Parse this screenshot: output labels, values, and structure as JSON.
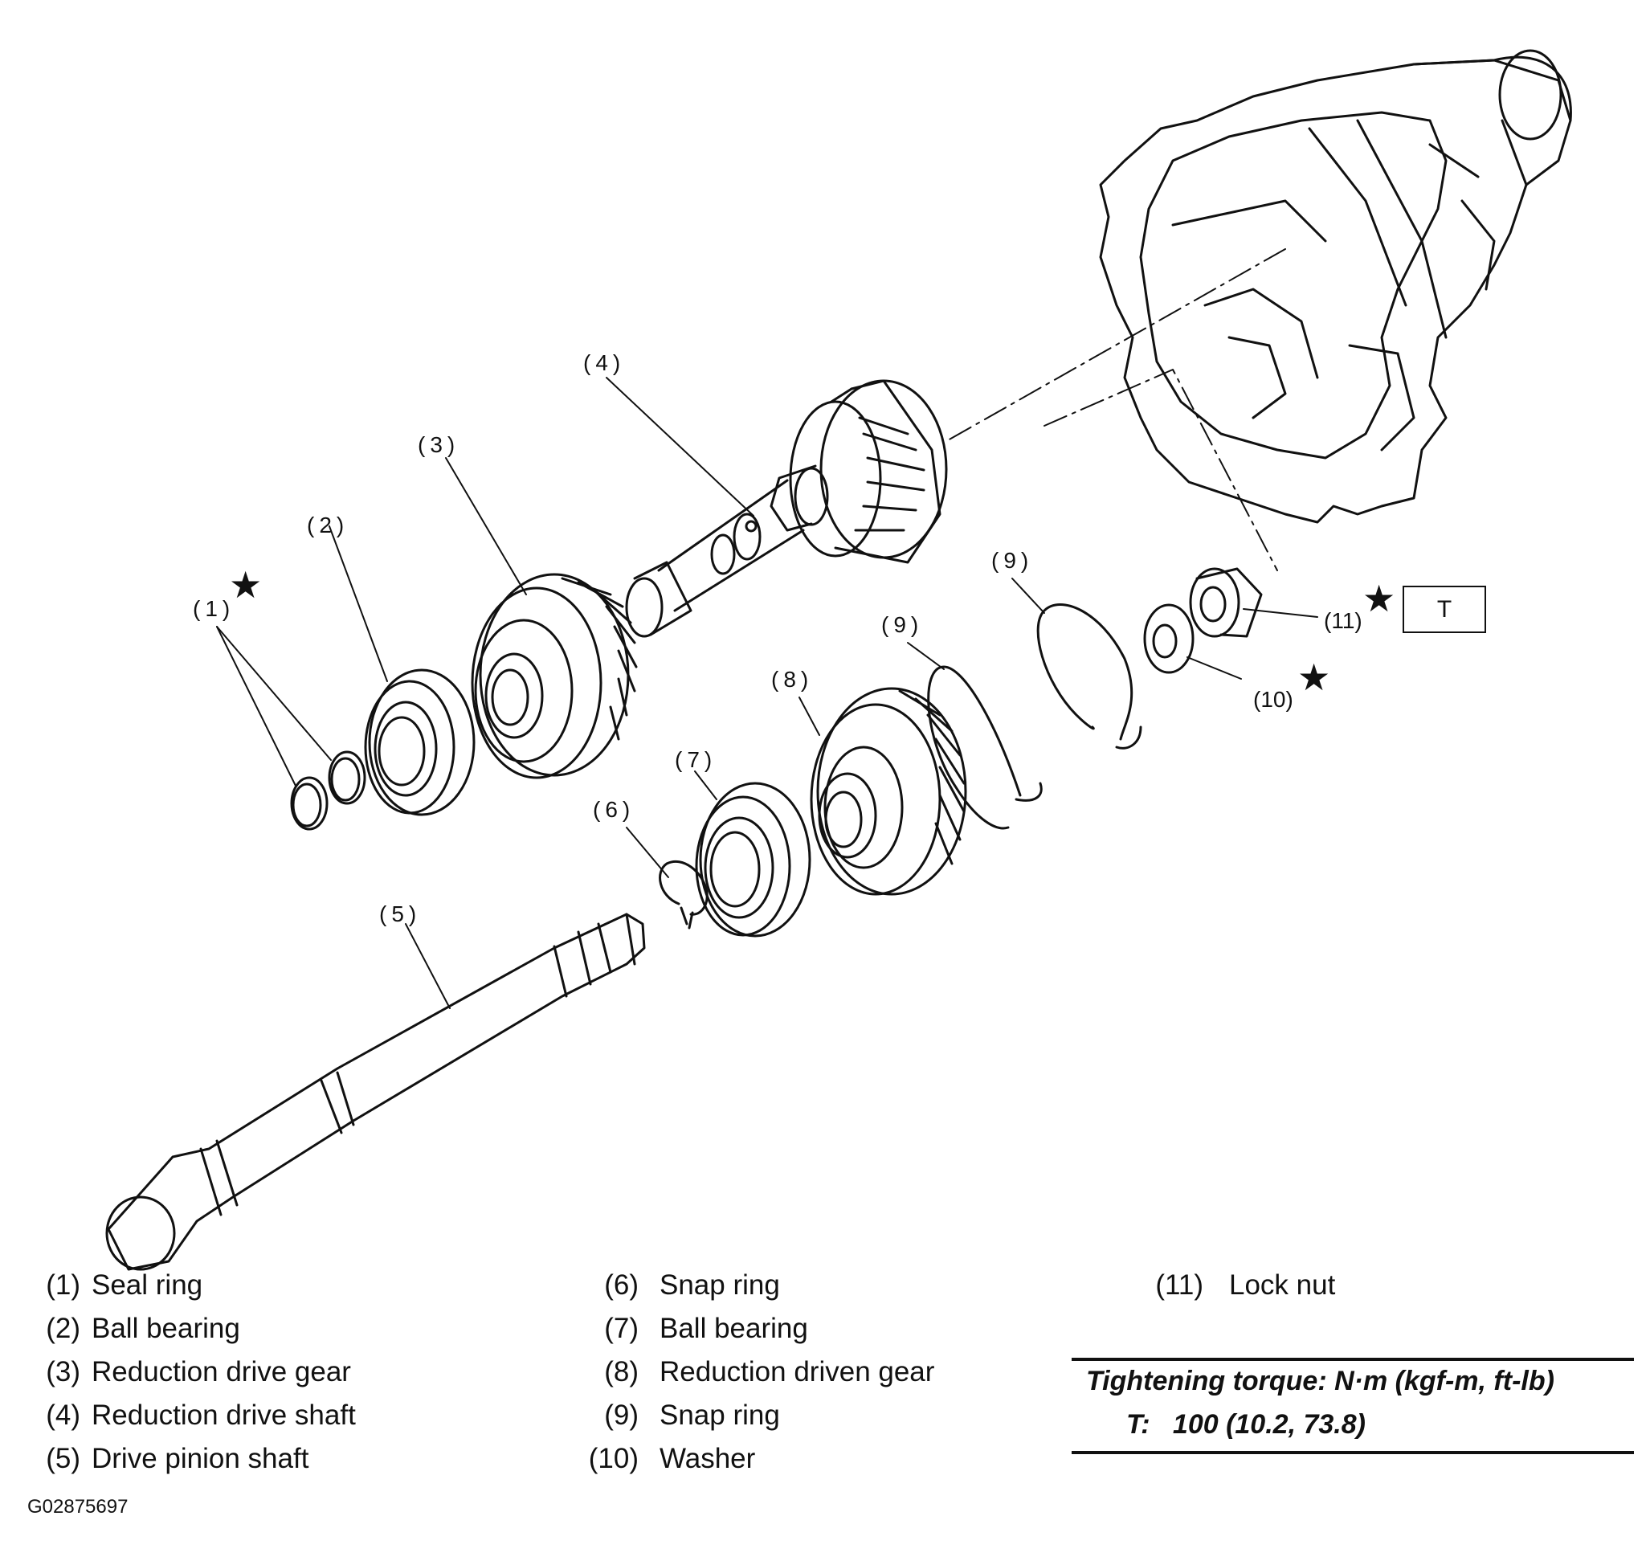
{
  "callouts": {
    "c1": "(1)",
    "c2": "(2)",
    "c3": "(3)",
    "c4": "(4)",
    "c5": "(5)",
    "c6": "(6)",
    "c7": "(7)",
    "c8": "(8)",
    "c9a": "(9)",
    "c9b": "(9)",
    "c10": "(10)",
    "c11": "(11)"
  },
  "symbols": {
    "star": "★",
    "torque_box": "T"
  },
  "legend": [
    {
      "num": "(1)",
      "text": "Seal ring"
    },
    {
      "num": "(2)",
      "text": "Ball bearing"
    },
    {
      "num": "(3)",
      "text": "Reduction drive gear"
    },
    {
      "num": "(4)",
      "text": "Reduction drive shaft"
    },
    {
      "num": "(5)",
      "text": "Drive pinion shaft"
    },
    {
      "num": "(6)",
      "text": "Snap ring"
    },
    {
      "num": "(7)",
      "text": "Ball bearing"
    },
    {
      "num": "(8)",
      "text": "Reduction driven gear"
    },
    {
      "num": "(9)",
      "text": "Snap ring"
    },
    {
      "num": "(10)",
      "text": "Washer"
    },
    {
      "num": "(11)",
      "text": "Lock nut"
    }
  ],
  "torque": {
    "title": "Tightening torque: N·m (kgf-m, ft-lb)",
    "value": "T:   100 (10.2, 73.8)"
  },
  "figure_id": "G02875697"
}
